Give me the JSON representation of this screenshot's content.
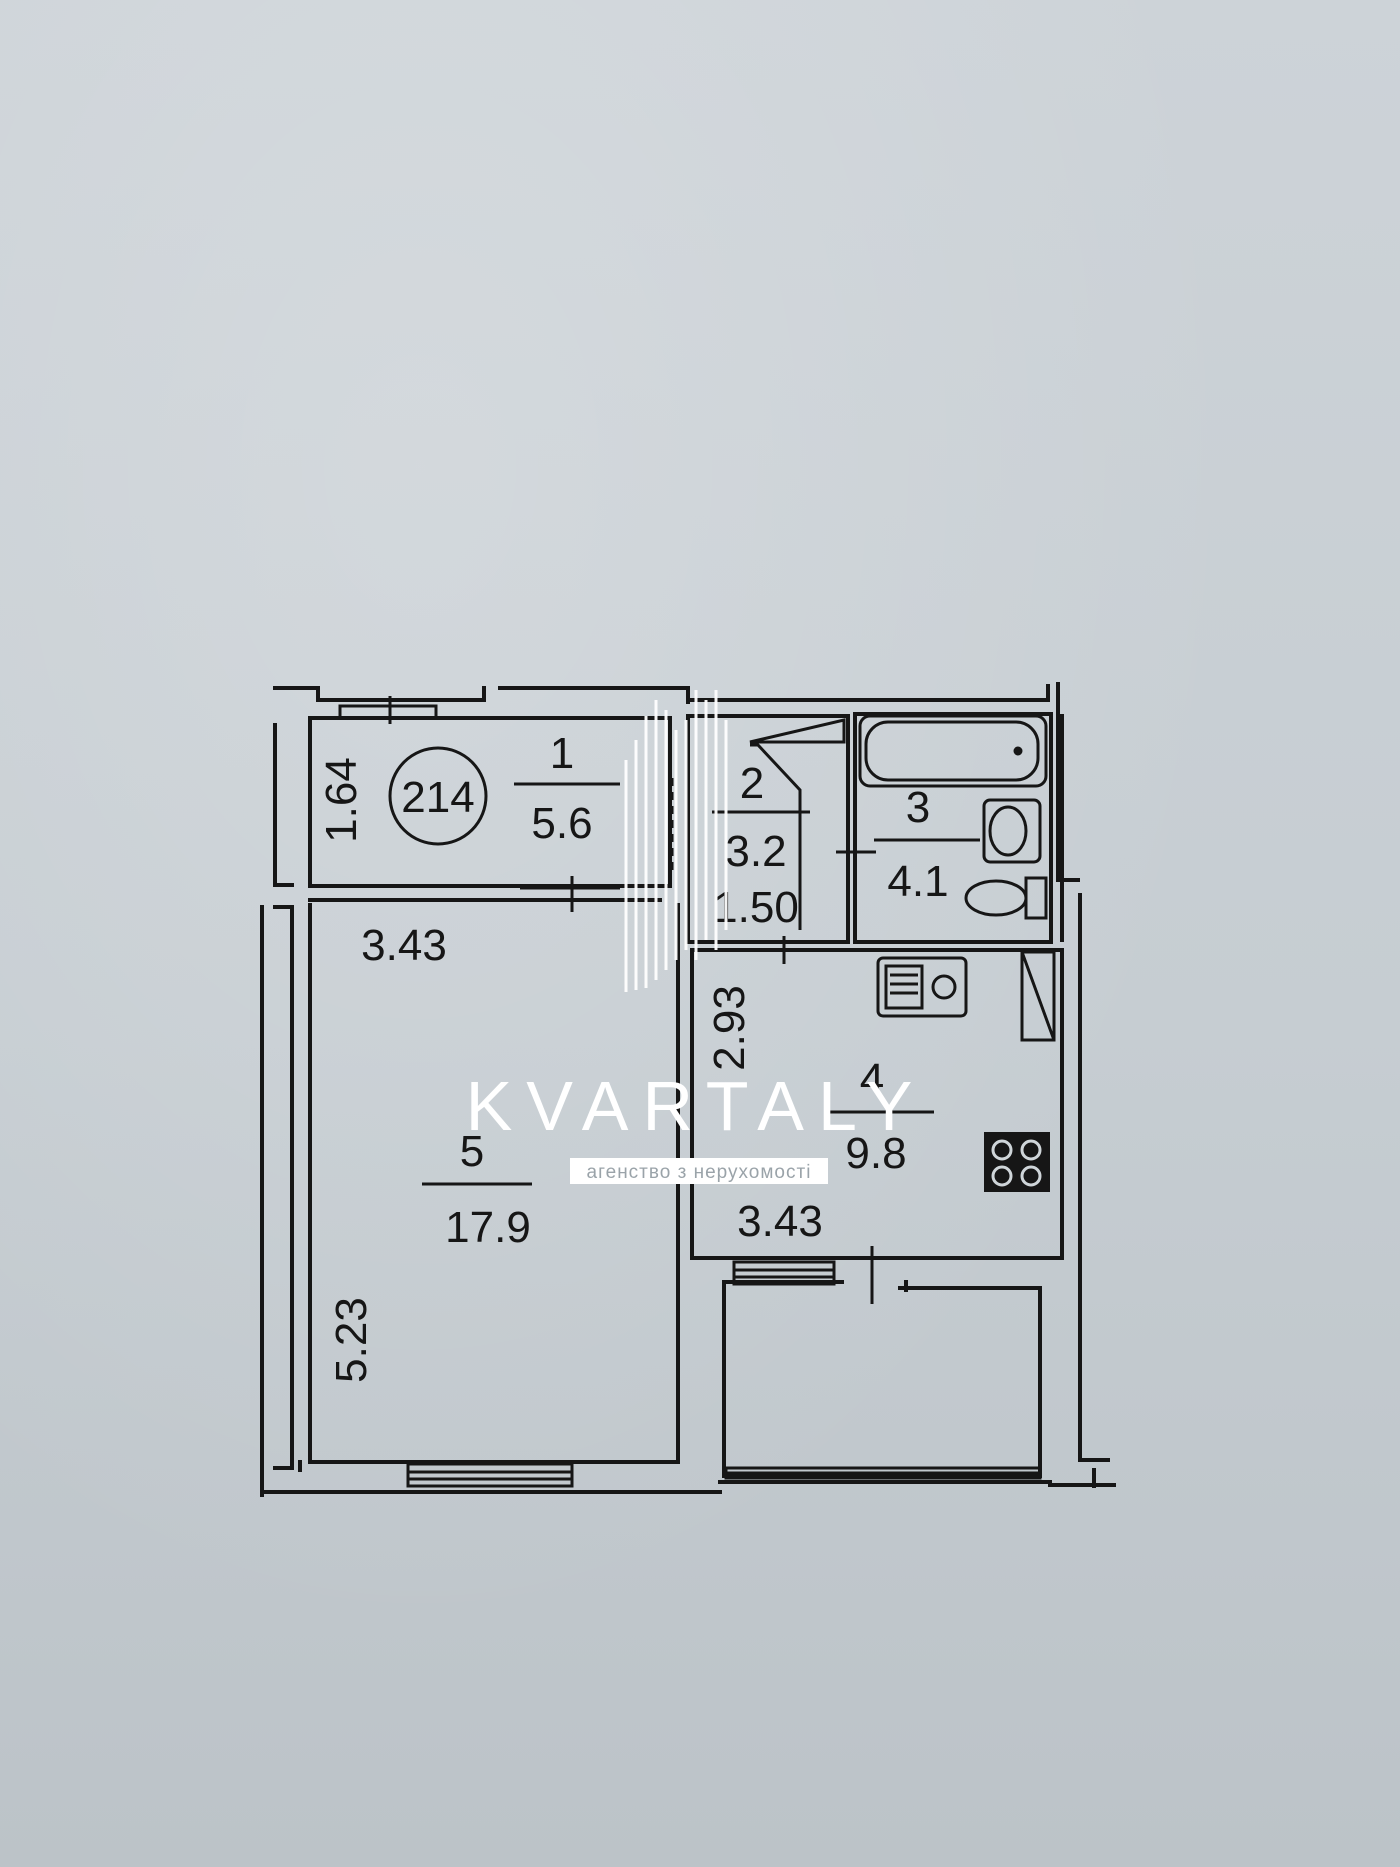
{
  "plan": {
    "apartment_number": "214",
    "rooms": [
      {
        "id": "1",
        "number": "1",
        "area": "5.6"
      },
      {
        "id": "2",
        "number": "2",
        "area": "3.2"
      },
      {
        "id": "3",
        "number": "3",
        "area": "4.1"
      },
      {
        "id": "4",
        "number": "4",
        "area": "9.8"
      },
      {
        "id": "5",
        "number": "5",
        "area": "17.9"
      }
    ],
    "dimensions": {
      "hall_height": "1.64",
      "room5_width": "3.43",
      "room5_length": "5.23",
      "kitchen_width": "3.43",
      "kitchen_length": "2.93",
      "corridor_width": "1.50"
    }
  },
  "watermark": {
    "brand": "KVARTALY",
    "tagline": "агенство з нерухомості"
  },
  "colors": {
    "paper": "#c5ccd1",
    "ink": "#161616",
    "watermark": "#ffffff"
  }
}
